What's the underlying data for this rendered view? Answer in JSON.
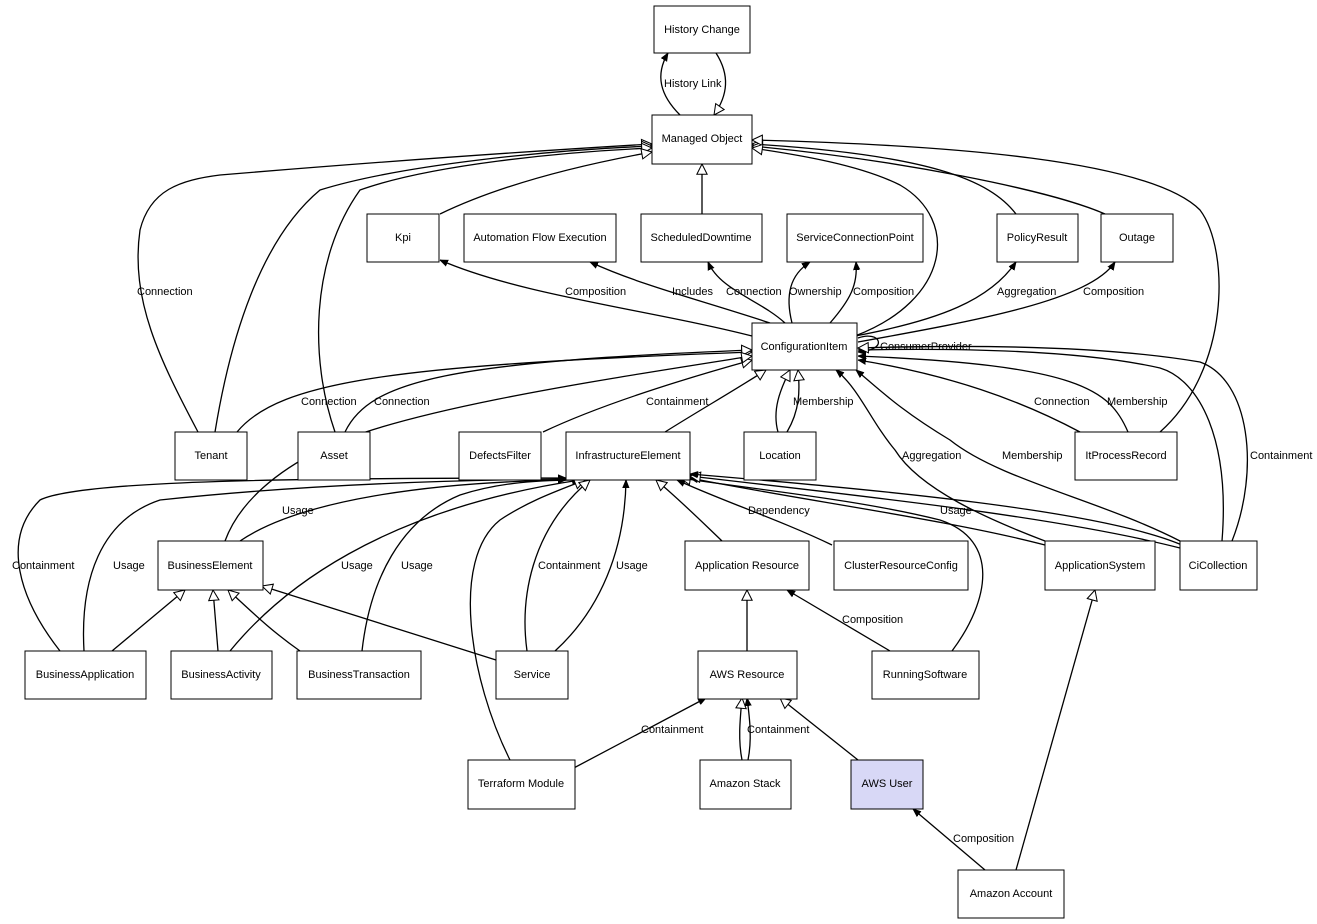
{
  "title": "CI type hierarchy – AWS User",
  "nodes": {
    "history_change": "History Change",
    "managed_object": "Managed Object",
    "kpi": "Kpi",
    "automation_flow": "Automation Flow Execution",
    "scheduled_downtime": "ScheduledDowntime",
    "service_connection_point": "ServiceConnectionPoint",
    "policy_result": "PolicyResult",
    "outage": "Outage",
    "configuration_item": "ConfigurationItem",
    "tenant": "Tenant",
    "asset": "Asset",
    "defects_filter": "DefectsFilter",
    "infrastructure_element": "InfrastructureElement",
    "location": "Location",
    "it_process_record": "ItProcessRecord",
    "business_element": "BusinessElement",
    "application_resource": "Application Resource",
    "cluster_resource_config": "ClusterResourceConfig",
    "application_system": "ApplicationSystem",
    "ci_collection": "CiCollection",
    "business_application": "BusinessApplication",
    "business_activity": "BusinessActivity",
    "business_transaction": "BusinessTransaction",
    "service": "Service",
    "aws_resource": "AWS Resource",
    "running_software": "RunningSoftware",
    "terraform_module": "Terraform Module",
    "amazon_stack": "Amazon Stack",
    "aws_user": "AWS User",
    "amazon_account": "Amazon Account"
  },
  "labels": {
    "history_link": "History Link",
    "tenant_connection": "Connection",
    "kpi_composition": "Composition",
    "includes": "Includes",
    "sd_connection": "Connection",
    "ownership": "Ownership",
    "scp_composition": "Composition",
    "aggregation_pr": "Aggregation",
    "outage_composition": "Composition",
    "consumer_provider": "ConsumerProvider",
    "tenant_ci_connection": "Connection",
    "asset_ci_connection": "Connection",
    "containment_ie": "Containment",
    "membership_loc": "Membership",
    "aggregation_as": "Aggregation",
    "membership_cc": "Membership",
    "itpr_connection": "Connection",
    "itpr_membership": "Membership",
    "cc_containment": "Containment",
    "be_usage": "Usage",
    "dependency": "Dependency",
    "as_usage": "Usage",
    "ba_containment": "Containment",
    "ba_usage": "Usage",
    "bact_usage": "Usage",
    "bt_usage": "Usage",
    "svc_containment": "Containment",
    "svc_usage": "Usage",
    "rs_composition": "Composition",
    "tf_containment": "Containment",
    "stack_containment": "Containment",
    "acct_composition": "Composition"
  },
  "colors": {
    "highlight_fill": "#d8d8f6",
    "node_fill": "#ffffff",
    "stroke": "#000000"
  }
}
